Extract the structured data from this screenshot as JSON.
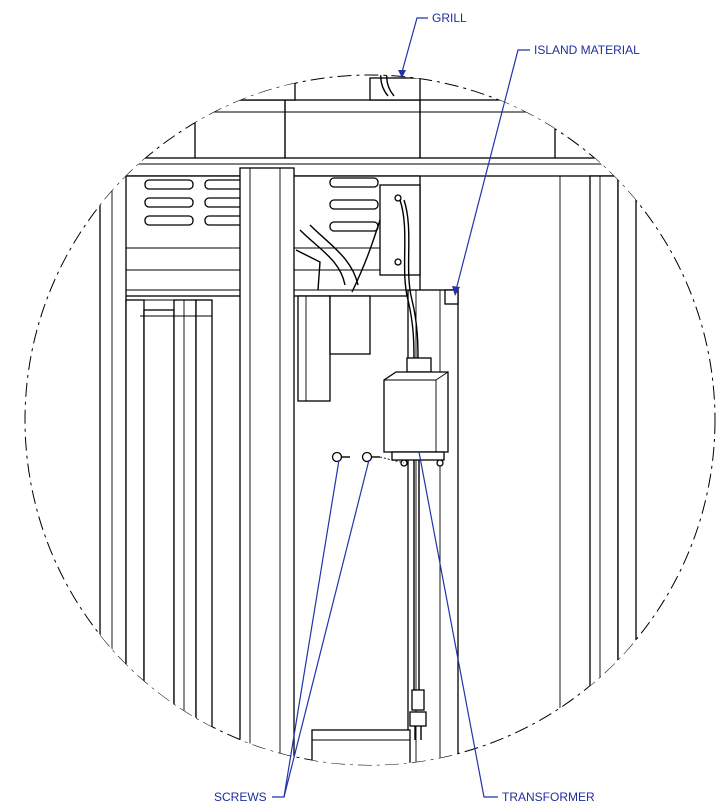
{
  "callouts": {
    "grill": "GRILL",
    "island_material": "ISLAND MATERIAL",
    "screws": "SCREWS",
    "transformer": "TRANSFORMER"
  },
  "colors": {
    "callout_text": "#1f2f9e",
    "leader_line": "#2233aa",
    "linework": "#000000",
    "background": "#ffffff"
  }
}
